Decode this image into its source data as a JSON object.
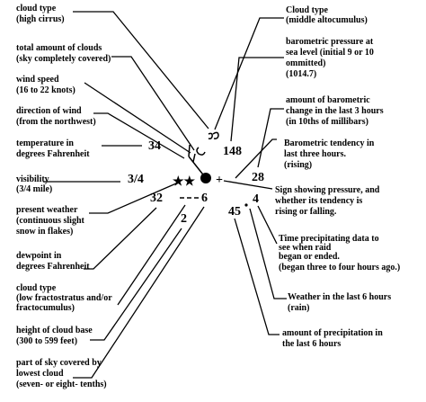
{
  "labels": {
    "cloud_type_high": [
      "cloud type",
      "(high cirrus)"
    ],
    "total_clouds": [
      "total amount of clouds",
      "(sky completely covered)"
    ],
    "wind_speed": [
      "wind speed",
      "(16 to 22 knots)"
    ],
    "wind_direction": [
      "direction of wind",
      "(from the northwest)"
    ],
    "temperature": [
      "temperature in",
      "degrees Fahrenheit"
    ],
    "visibility": [
      "visibility",
      "(3/4 mile)"
    ],
    "present_weather": [
      "present weather",
      "(continuous slight",
      "snow in flakes)"
    ],
    "dewpoint": [
      "dewpoint in",
      "degrees Fahrenheit"
    ],
    "cloud_type_low": [
      "cloud type",
      "(low fractostratus and/or",
      "fractocumulus)"
    ],
    "cloud_base_height": [
      "height of cloud base",
      "(300 to 599 feet)"
    ],
    "sky_covered_low": [
      "part of sky covered by",
      "lowest cloud",
      "(seven- or eight- tenths)"
    ],
    "cloud_type_middle": [
      "Cloud type",
      "(middle altocumulus)"
    ],
    "barometric_pressure": [
      "barometric pressure at",
      "sea level (initial 9 or 10",
      "ommitted)",
      "(1014.7)"
    ],
    "pressure_change": [
      "amount of barometric",
      "change in the last 3 hours",
      "(in 10ths of millibars)"
    ],
    "barometric_tendency": [
      "Barometric tendency in",
      "last three hours.",
      "(rising)"
    ],
    "pressure_sign": [
      "Sign showing pressure, and",
      "whether its tendency is",
      "rising or falling."
    ],
    "precip_time": [
      "Time precipitating data to",
      "see when raid",
      "began or ended.",
      "(began three to four hours ago.)"
    ],
    "weather_6h": [
      "Weather in the last 6 hours",
      "(rain)"
    ],
    "precip_amount": [
      "amount of precipitation in",
      "the last 6 hours"
    ]
  },
  "values": {
    "temperature": "34",
    "visibility": "3/4",
    "dewpoint": "32",
    "cloud_base": "2",
    "sky_cover_low": "6",
    "pressure": "148",
    "pressure_change": "28",
    "pressure_sign": "+",
    "time_precip": "4",
    "precip_amount": "45",
    "weather_symbol": "★★"
  }
}
